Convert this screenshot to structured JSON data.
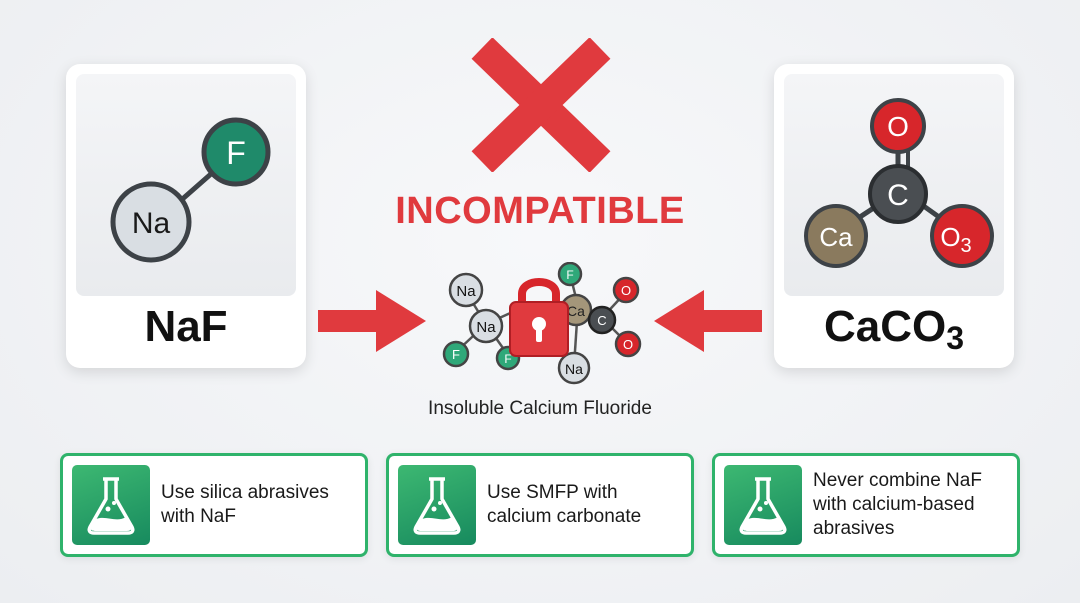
{
  "colors": {
    "red": "#e03a3e",
    "green_accent": "#2fb36b",
    "fluorine_atom": "#1f8a6a",
    "sodium_atom": "#d9dee3",
    "oxygen_atom": "#d7262b",
    "carbon_atom": "#4a4e52",
    "calcium_atom": "#8a7a5e"
  },
  "left_card": {
    "formula": "NaF",
    "atoms": {
      "sodium": "Na",
      "fluorine": "F"
    }
  },
  "right_card": {
    "formula_main": "CaCO",
    "formula_subscript": "3",
    "atoms": {
      "oxygen_top": "O",
      "carbon": "C",
      "calcium": "Ca",
      "oxygen_right": "O",
      "oxygen_right_subscript": "3"
    }
  },
  "center": {
    "icon": "x-mark-icon",
    "headline": "INCOMPATIBLE",
    "cluster_labels": {
      "na_top": "Na",
      "na_mid": "Na",
      "na_bottom": "Na",
      "f_top": "F",
      "f_left": "F",
      "f_bottom": "F",
      "ca_hidden": "Ca",
      "c": "C",
      "o_top": "O",
      "o_bottom": "O"
    },
    "lock_icon": "padlock-icon",
    "caption": "Insoluble Calcium Fluoride"
  },
  "tips": [
    {
      "icon": "flask-icon",
      "text": "Use silica abrasives with NaF"
    },
    {
      "icon": "flask-icon",
      "text": "Use SMFP with calcium carbonate"
    },
    {
      "icon": "flask-icon",
      "text": "Never combine NaF with calcium-based abrasives"
    }
  ]
}
